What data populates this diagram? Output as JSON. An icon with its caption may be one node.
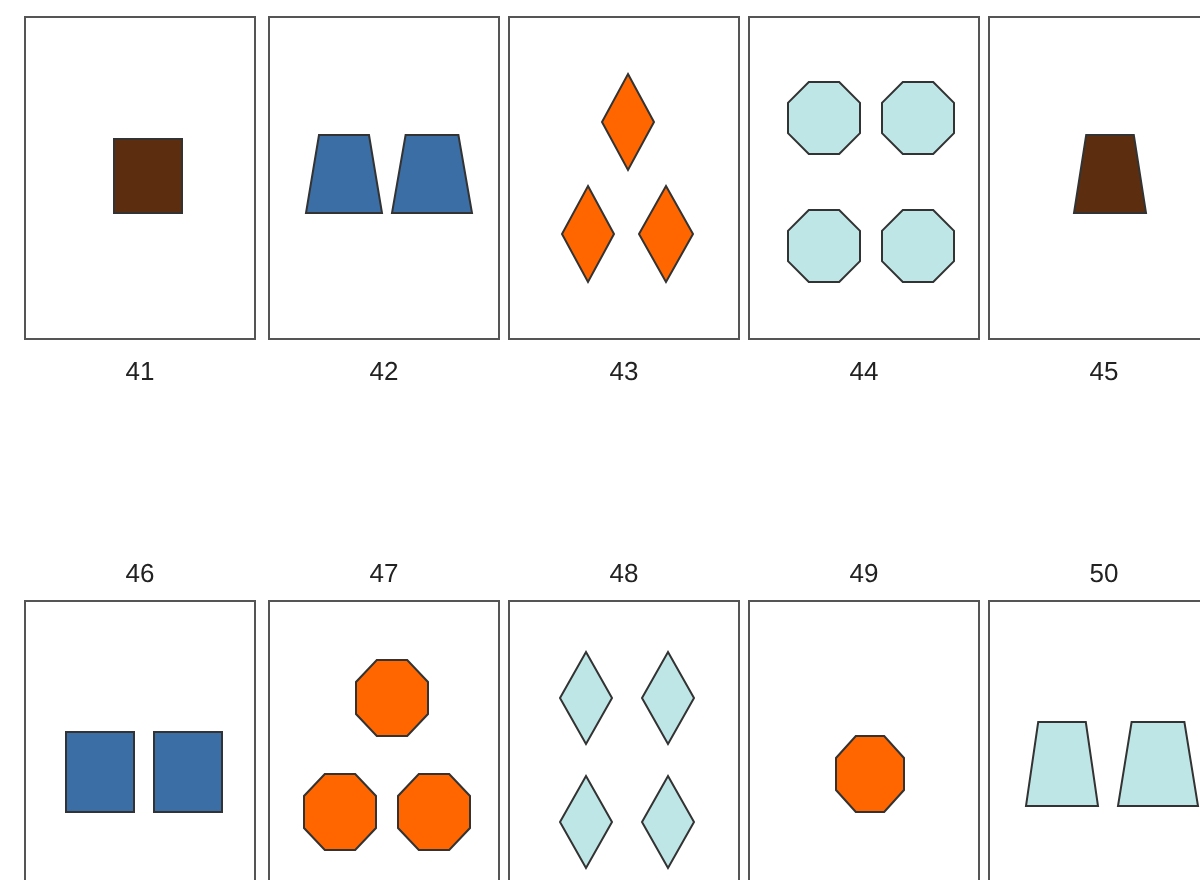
{
  "diagram": {
    "nodes": [
      {
        "text": [
          "41"
        ]
      },
      {
        "text": [
          "42"
        ]
      },
      {
        "text": [
          "43"
        ]
      },
      {
        "text": [
          "44"
        ]
      },
      {
        "text": [
          "45"
        ]
      },
      {
        "text": [
          "46"
        ]
      },
      {
        "text": [
          "47"
        ]
      },
      {
        "text": [
          "48"
        ]
      },
      {
        "text": [
          "49"
        ]
      },
      {
        "text": [
          "50"
        ]
      }
    ]
  }
}
